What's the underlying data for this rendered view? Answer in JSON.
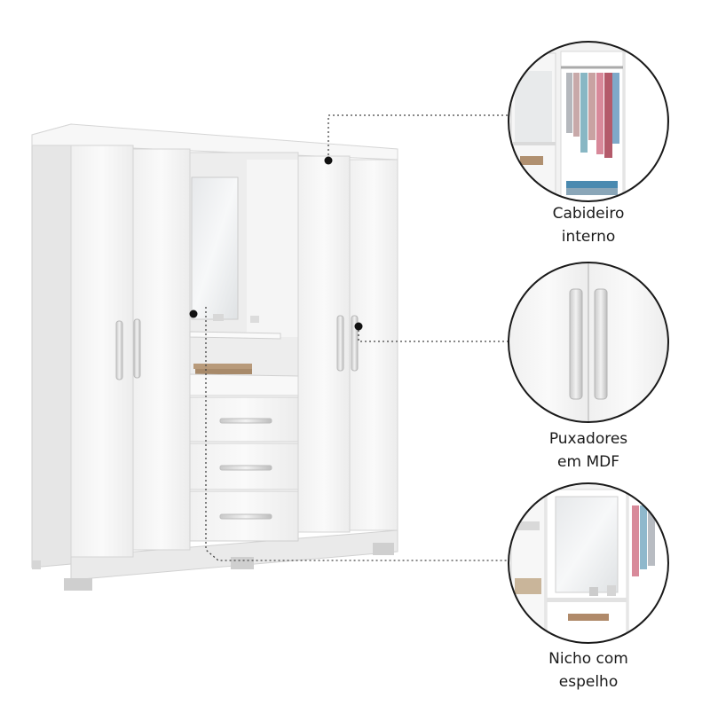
{
  "features": [
    {
      "line1": "Cabideiro",
      "line2": "interno"
    },
    {
      "line1": "Puxadores",
      "line2": "em MDF"
    },
    {
      "line1": "Nicho com",
      "line2": "espelho"
    }
  ],
  "colors": {
    "cabinet": "#f4f4f4",
    "cabinet_shade": "#e4e4e4",
    "outline": "#cfcfcf",
    "handle": "#d6d6d6",
    "leader_line": "#444444",
    "text": "#1a1a1a"
  }
}
